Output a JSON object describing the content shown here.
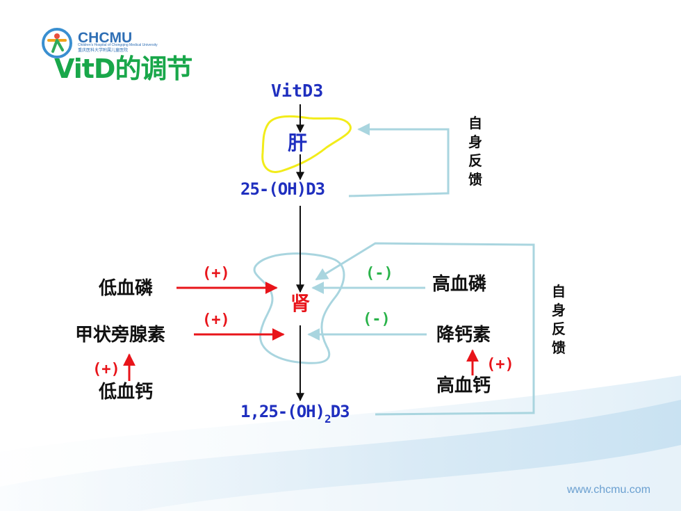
{
  "logo": {
    "brand": "CHCMU",
    "subtitle_en": "Children's Hospital of Chongqing Medical University",
    "subtitle_cn": "重庆医科大学附属儿童医院"
  },
  "title": "VitD的调节",
  "nodes": {
    "vitd3": "VitD3",
    "liver": "肝",
    "hydroxy25_d3": "25-(OH)D3",
    "kidney": "肾",
    "calcitriol_prefix": "1,25-(OH)",
    "calcitriol_sub": "2",
    "calcitriol_suffix": "D3"
  },
  "factors": {
    "low_phosphate": "低血磷",
    "pth": "甲状旁腺素",
    "low_calcium": "低血钙",
    "high_phosphate": "高血磷",
    "calcitonin": "降钙素",
    "high_calcium": "高血钙"
  },
  "signs": {
    "low_phosphate_effect": "(+)",
    "pth_effect": "(+)",
    "low_calcium_effect": "(+)",
    "high_phosphate_effect": "(-)",
    "calcitonin_effect": "(-)",
    "high_calcium_effect": "(+)"
  },
  "feedback": {
    "liver_loop": [
      "自",
      "身",
      "反",
      "馈"
    ],
    "kidney_loop": [
      "自",
      "身",
      "反",
      "馈"
    ]
  },
  "watermark": "www.chcmu.com",
  "colors": {
    "title_green": "#19a74a",
    "node_blue": "#1f2fbf",
    "activation_red": "#e8141a",
    "inhibition_green": "#2ab34a",
    "feedback_light_blue": "#a9d5df",
    "liver_yellow": "#f2ec1a",
    "kidney_outline": "#a9d5df"
  },
  "icons": [
    "chcmu-logo-icon"
  ]
}
